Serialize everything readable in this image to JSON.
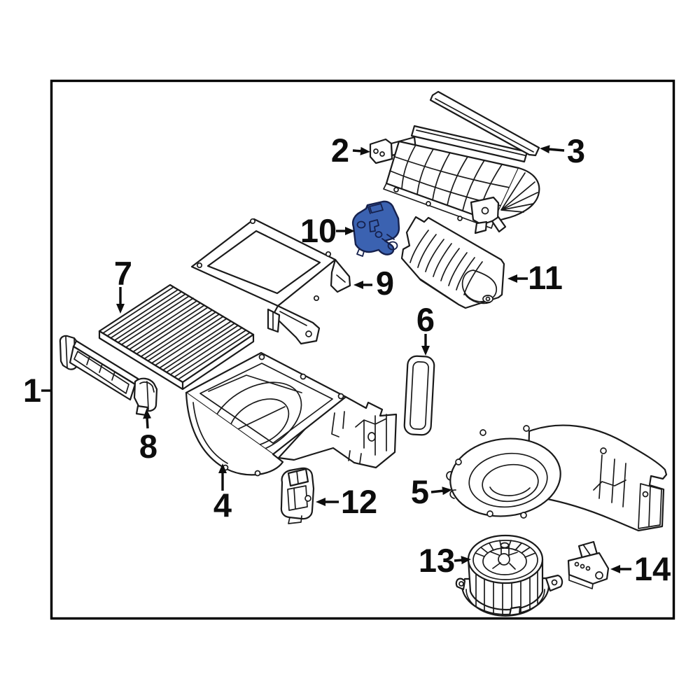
{
  "diagram": {
    "highlighted_callout": "10"
  },
  "colors": {
    "background": "#ffffff",
    "line": "#1a1a1a",
    "frame": "#000000",
    "label": "#0d0d0d",
    "highlight_fill": "#3b62b1",
    "highlight_stroke": "#16214d"
  },
  "callouts": [
    {
      "num": "1"
    },
    {
      "num": "2"
    },
    {
      "num": "3"
    },
    {
      "num": "4"
    },
    {
      "num": "5"
    },
    {
      "num": "6"
    },
    {
      "num": "7"
    },
    {
      "num": "8"
    },
    {
      "num": "9"
    },
    {
      "num": "10"
    },
    {
      "num": "11"
    },
    {
      "num": "12"
    },
    {
      "num": "13"
    },
    {
      "num": "14"
    }
  ]
}
